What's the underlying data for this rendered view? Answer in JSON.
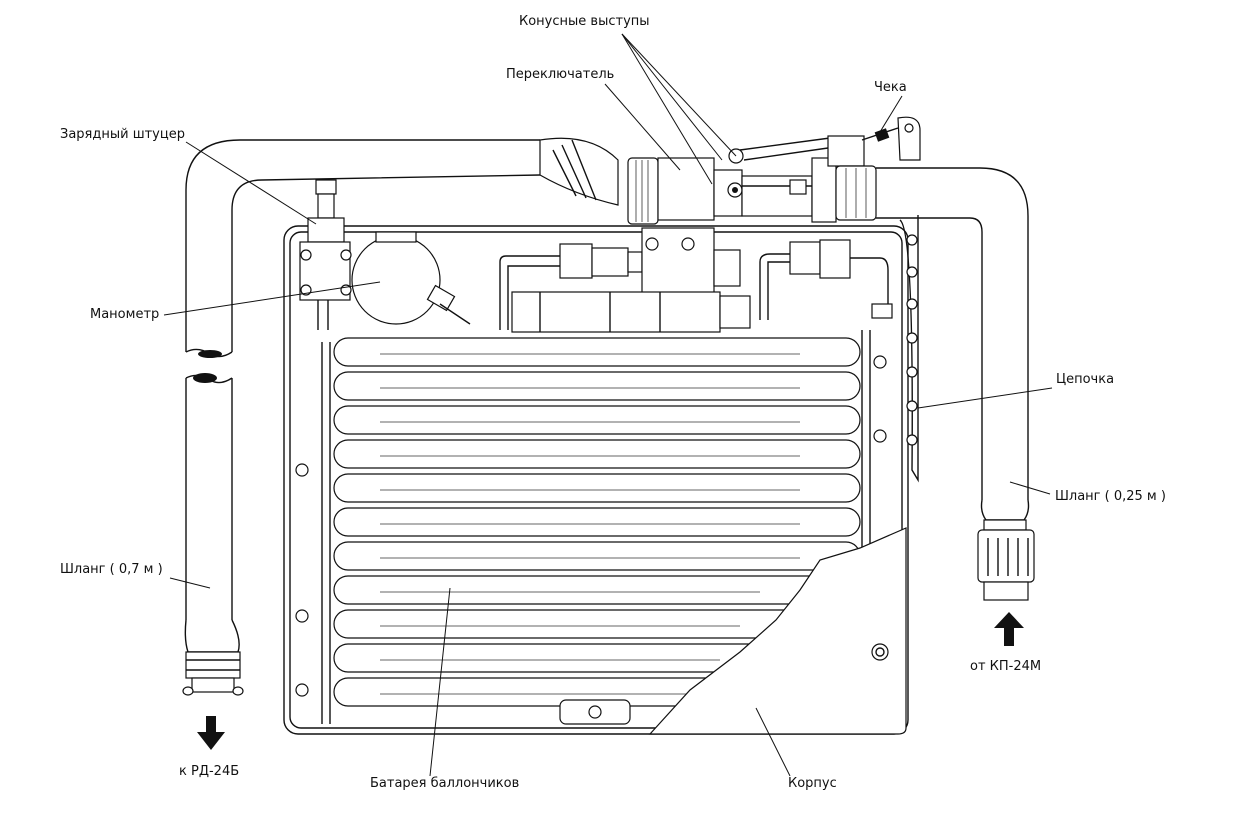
{
  "labels": {
    "cone_protrusions": "Конусные выступы",
    "switch": "Переключатель",
    "pin": "Чека",
    "charging_fitting": "Зарядный штуцер",
    "manometer": "Манометр",
    "chain": "Цепочка",
    "hose_short": "Шланг ( 0,25 м )",
    "hose_long": "Шланг ( 0,7 м )",
    "from_kp": "от КП-24М",
    "to_rd": "к РД-24Б",
    "battery": "Батарея баллончиков",
    "housing": "Корпус"
  },
  "colors": {
    "ink": "#111111",
    "paper": "#ffffff"
  }
}
